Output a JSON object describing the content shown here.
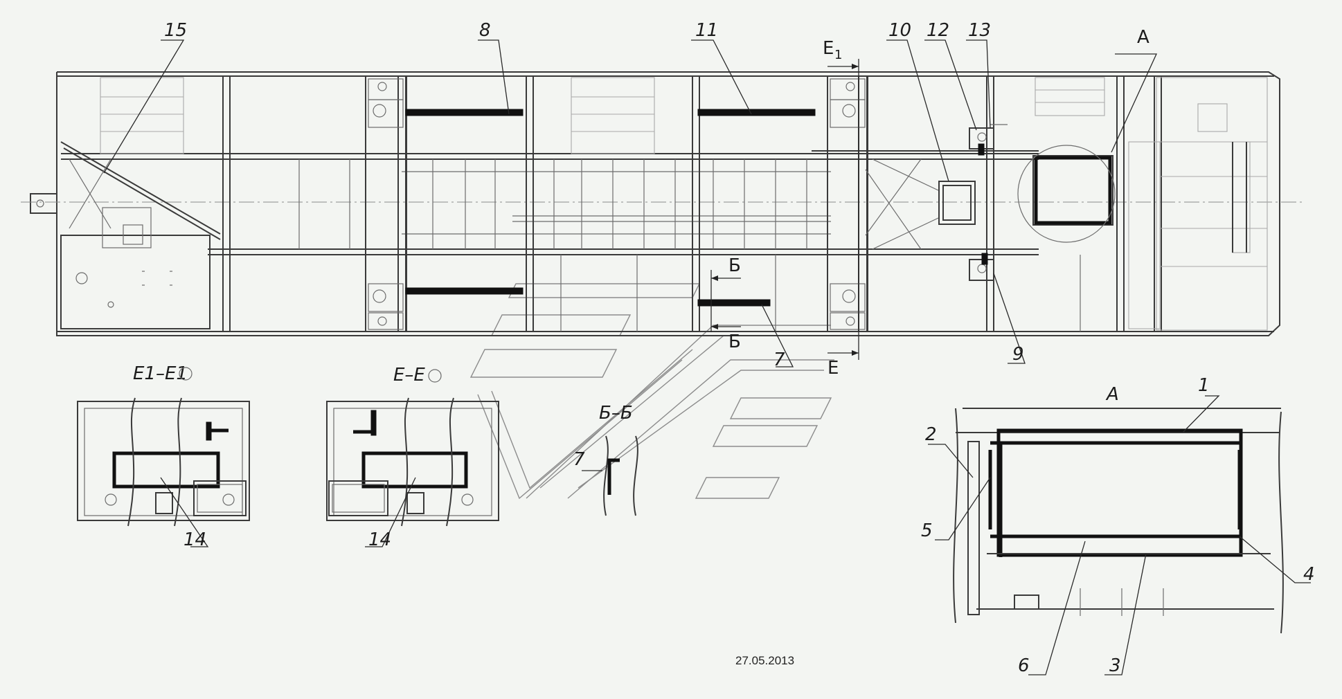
{
  "drawing": {
    "date": "27.05.2013",
    "callouts": {
      "c1": "1",
      "c2": "2",
      "c3": "3",
      "c4": "4",
      "c5": "5",
      "c6": "6",
      "c7": "7",
      "c7b": "7",
      "c8": "8",
      "c9": "9",
      "c10": "10",
      "c11": "11",
      "c12": "12",
      "c13": "13",
      "c14a": "14",
      "c14b": "14",
      "c15": "15"
    },
    "section_marks": {
      "e1_top": "Е",
      "e1_sub": "1",
      "e_bottom": "Е",
      "b_top": "Б",
      "b_bottom": "Б",
      "detail_a": "А"
    },
    "view_titles": {
      "e1_e1": "Е1–Е1",
      "e_e": "Е–Е",
      "b_b": "Б–Б",
      "detail_a": "А"
    }
  }
}
